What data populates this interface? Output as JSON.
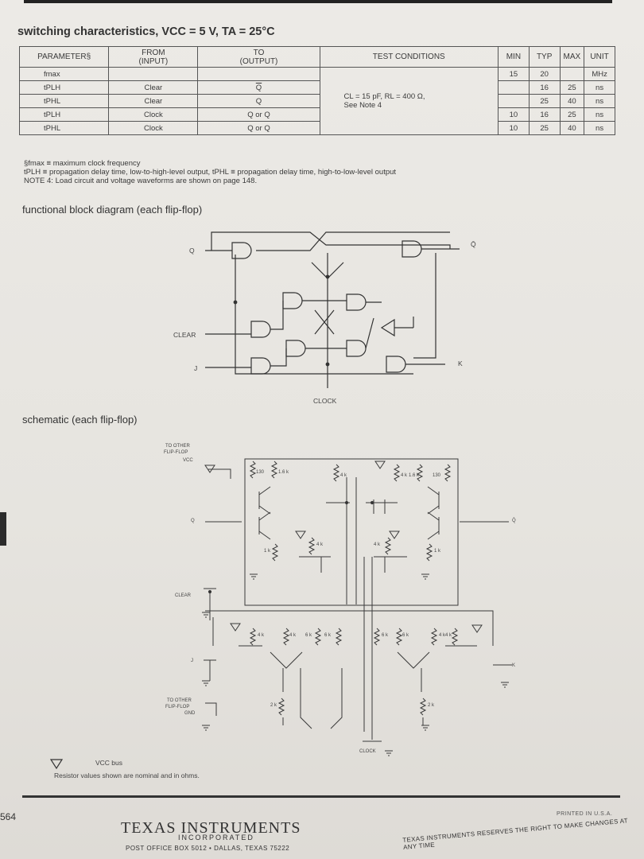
{
  "section_title": "switching characteristics, VCC = 5 V, TA = 25°C",
  "table": {
    "headers": {
      "parameter": "PARAMETER§",
      "from": "FROM",
      "from_sub": "(INPUT)",
      "to": "TO",
      "to_sub": "(OUTPUT)",
      "conditions": "TEST CONDITIONS",
      "min": "MIN",
      "typ": "TYP",
      "max": "MAX",
      "unit": "UNIT"
    },
    "rows": [
      {
        "param": "fmax",
        "from": "",
        "to": "",
        "min": "15",
        "typ": "20",
        "max": "",
        "unit": "MHz"
      },
      {
        "param": "tPLH",
        "from": "Clear",
        "to": "Q",
        "min": "",
        "typ": "16",
        "max": "25",
        "unit": "ns"
      },
      {
        "param": "tPHL",
        "from": "Clear",
        "to": "Q",
        "min": "",
        "typ": "25",
        "max": "40",
        "unit": "ns"
      },
      {
        "param": "tPLH",
        "from": "Clock",
        "to": "Q or Q",
        "min": "10",
        "typ": "16",
        "max": "25",
        "unit": "ns"
      },
      {
        "param": "tPHL",
        "from": "Clock",
        "to": "Q or Q",
        "min": "10",
        "typ": "25",
        "max": "40",
        "unit": "ns"
      }
    ],
    "conditions_line1": "CL = 15 pF, RL = 400 Ω,",
    "conditions_line2": "See Note 4"
  },
  "notes": {
    "fmax": "§fmax ≡ maximum clock frequency",
    "tplh": "tPLH ≡ propagation delay time, low-to-high-level output, tPHL ≡ propagation delay time, high-to-low-level output",
    "note4": "NOTE 4: Load circuit and voltage waveforms are shown on page 148."
  },
  "block_diagram": {
    "heading": "functional block diagram (each flip-flop)",
    "labels": {
      "q": "Q",
      "qbar": "Q̄",
      "clear": "CLEAR",
      "j": "J",
      "k": "K",
      "clock": "CLOCK"
    }
  },
  "schematic": {
    "heading": "schematic (each flip-flop)",
    "labels": {
      "to_other_top": "TO OTHER",
      "flip_flop_top": "FLIP-FLOP",
      "vcc": "VCC",
      "q": "Q",
      "qbar": "Q̄",
      "clear": "CLEAR",
      "j": "J",
      "k": "K",
      "to_other_bot": "TO OTHER",
      "flip_flop_bot": "FLIP-FLOP",
      "gnd": "GND",
      "clock": "CLOCK"
    },
    "resistors": [
      "130",
      "1.6 k",
      "4 k",
      "4 k",
      "1.6 k",
      "130",
      "4 k",
      "4 k",
      "1 k",
      "1 k",
      "4 k",
      "4 k",
      "6 k",
      "6 k",
      "6 k",
      "6 k",
      "4 k",
      "4 k",
      "2 k",
      "2 k"
    ],
    "legend_vcc": "VCC bus",
    "legend_resistors": "Resistor values shown are nominal and in ohms."
  },
  "footer": {
    "page_number": "564",
    "company": "TEXAS INSTRUMENTS",
    "incorporated": "INCORPORATED",
    "address": "POST OFFICE BOX 5012 • DALLAS, TEXAS 75222",
    "printed": "PRINTED IN U.S.A.",
    "reserves": "TEXAS INSTRUMENTS RESERVES THE RIGHT TO MAKE CHANGES AT ANY TIME"
  }
}
